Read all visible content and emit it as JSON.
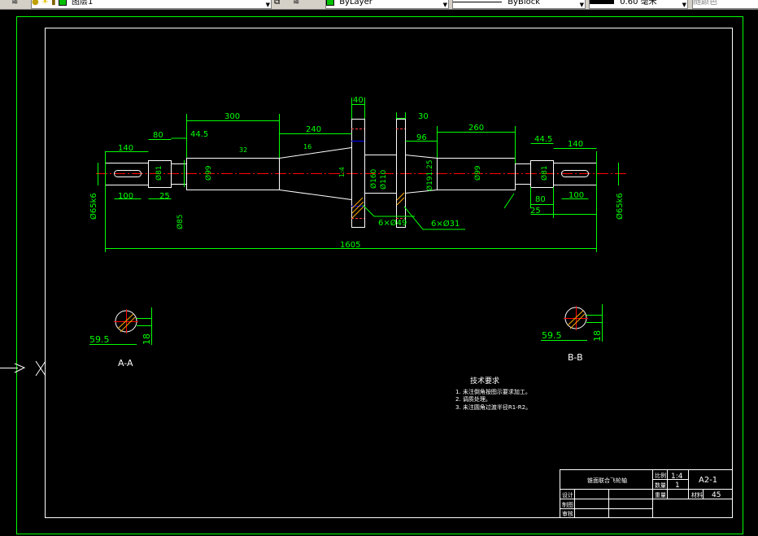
{
  "toolbar": {
    "layer_name": "图层1",
    "color_value": "ByLayer",
    "linetype_value": "ByBlock",
    "lineweight_value": "0.60 毫米",
    "plotstyle_value": "随颜色"
  },
  "colors": {
    "background": "#000000",
    "border": "#00ff00",
    "object": "#ffffff",
    "dimension": "#00ff00",
    "centerline": "#ff0000",
    "hidden": "#0000ff"
  },
  "dimensions": {
    "overall_length": "1605",
    "d_140_left": "140",
    "d_80_left": "80",
    "d_44_5_left": "44.5",
    "d_300": "300",
    "d_240": "240",
    "d_40": "40",
    "d_30": "30",
    "d_96": "96",
    "d_260": "260",
    "d_44_5_right": "44.5",
    "d_140_right": "140",
    "d_100_left": "100",
    "d_25_left": "25",
    "d_100_right": "100",
    "d_80_right": "80",
    "d_25_right": "25",
    "d_phi65k6_left": "Ø65k6",
    "d_phi85": "Ø85",
    "d_phi81_left": "Ø81",
    "d_phi99_left": "Ø99",
    "d_phi160": "Ø160",
    "d_phi110": "Ø110",
    "d_phi191": "Ø191.25",
    "d_phi99_right": "Ø99",
    "d_phi81_right": "Ø81",
    "d_phi65k6_right": "Ø65k6",
    "holes_49": "6×Ø49",
    "holes_31": "6×Ø31",
    "taper_1_4": "1:4",
    "dim_16": "16",
    "dim_32": "32"
  },
  "sections": {
    "aa_label": "A-A",
    "aa_dim_w": "59.5",
    "aa_dim_h": "18",
    "bb_label": "B-B",
    "bb_dim_w": "59.5",
    "bb_dim_h": "18"
  },
  "notes": {
    "title": "技术要求",
    "line1": "1. 未注倒角按图示要求加工。",
    "line2": "2. 调质处理。",
    "line3": "3. 未注圆角过渡半径R1-R2。"
  },
  "title_block": {
    "part_name": "锥面联合飞轮轴",
    "scale_label": "比例",
    "scale_value": "1:4",
    "qty_label": "数量",
    "qty_value": "1",
    "drawing_no": "A2-1",
    "weight_label": "重量",
    "material_label": "材料",
    "material_value": "45",
    "design_label": "设计",
    "draw_label": "制图",
    "review_label": "审核"
  }
}
